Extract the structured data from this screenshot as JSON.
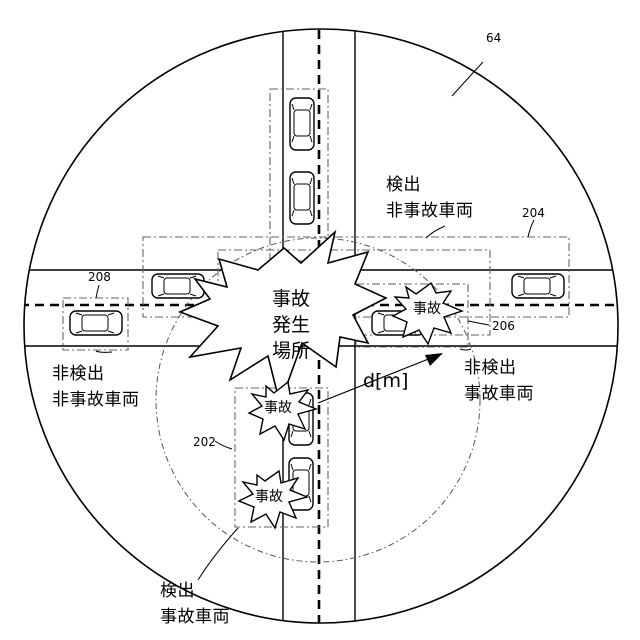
{
  "reference_numerals": {
    "figure": "64",
    "detected_accident_group": "202",
    "detected_non_accident_group": "204",
    "undetected_accident_group": "206",
    "undetected_non_accident_group": "208"
  },
  "labels": {
    "detected_non_accident": [
      "検出",
      "非事故車両"
    ],
    "undetected_non_accident": [
      "非検出",
      "非事故車両"
    ],
    "undetected_accident": [
      "非検出",
      "事故車両"
    ],
    "detected_accident": [
      "検出",
      "事故車両"
    ]
  },
  "accident_site": [
    "事故",
    "発生",
    "場所"
  ],
  "accident_marker": "事故",
  "distance_label": "d[m]",
  "icons": [
    "car-icon",
    "accident-burst-icon",
    "accident-site-burst-icon"
  ]
}
